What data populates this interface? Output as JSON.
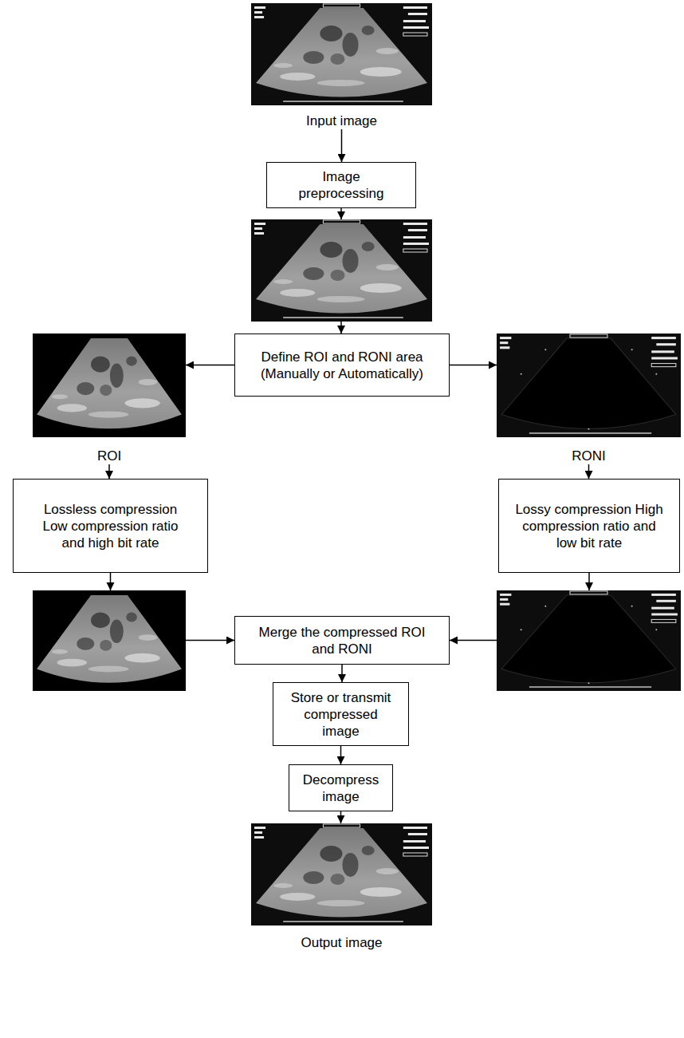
{
  "diagram": {
    "nodes": [
      {
        "text": [
          "Input image"
        ]
      },
      {
        "text": [
          "Image preprocessing"
        ]
      },
      {
        "text": [
          "Define ROI and RONI area (Manually or Automatically)"
        ]
      },
      {
        "text": [
          "ROI"
        ]
      },
      {
        "text": [
          "RONI"
        ]
      },
      {
        "text": [
          "Lossless compression Low compression ratio and high bit rate"
        ]
      },
      {
        "text": [
          "Lossy compression High compression ratio and low bit rate"
        ]
      },
      {
        "text": [
          "Merge the compressed ROI and RONI"
        ]
      },
      {
        "text": [
          "Store or transmit compressed image"
        ]
      },
      {
        "text": [
          "Decompress image"
        ]
      },
      {
        "text": [
          "Output image"
        ]
      }
    ],
    "edges": [
      {
        "from": 0,
        "to": 1,
        "arrow": "to"
      },
      {
        "from": 1,
        "to": 2,
        "arrow": "to"
      },
      {
        "from": 2,
        "to": 3,
        "arrow": "to"
      },
      {
        "from": 2,
        "to": 4,
        "arrow": "to"
      },
      {
        "from": 3,
        "to": 5,
        "arrow": "to"
      },
      {
        "from": 4,
        "to": 6,
        "arrow": "to"
      },
      {
        "from": 5,
        "to": 7,
        "arrow": "to"
      },
      {
        "from": 6,
        "to": 7,
        "arrow": "to"
      },
      {
        "from": 7,
        "to": 8,
        "arrow": "to"
      },
      {
        "from": 8,
        "to": 9,
        "arrow": "to"
      },
      {
        "from": 9,
        "to": 10,
        "arrow": "to"
      }
    ]
  }
}
